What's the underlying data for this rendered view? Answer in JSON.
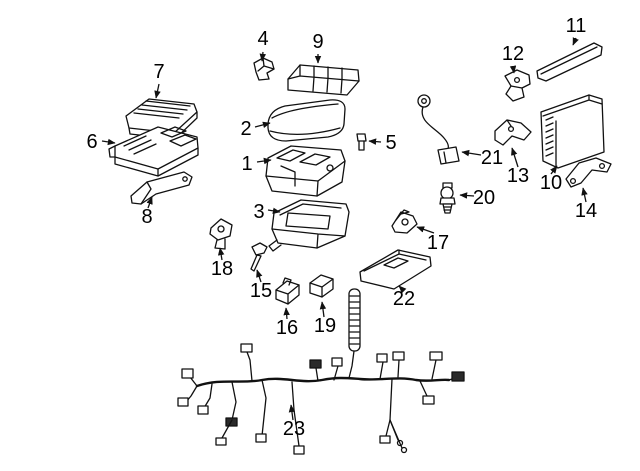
{
  "diagram": {
    "kind": "exploded-parts-diagram",
    "background": "#ffffff",
    "line_color": "#111111"
  },
  "callouts": [
    "1",
    "2",
    "3",
    "4",
    "5",
    "6",
    "7",
    "8",
    "9",
    "10",
    "11",
    "12",
    "13",
    "14",
    "15",
    "16",
    "17",
    "18",
    "19",
    "20",
    "21",
    "22",
    "23"
  ]
}
